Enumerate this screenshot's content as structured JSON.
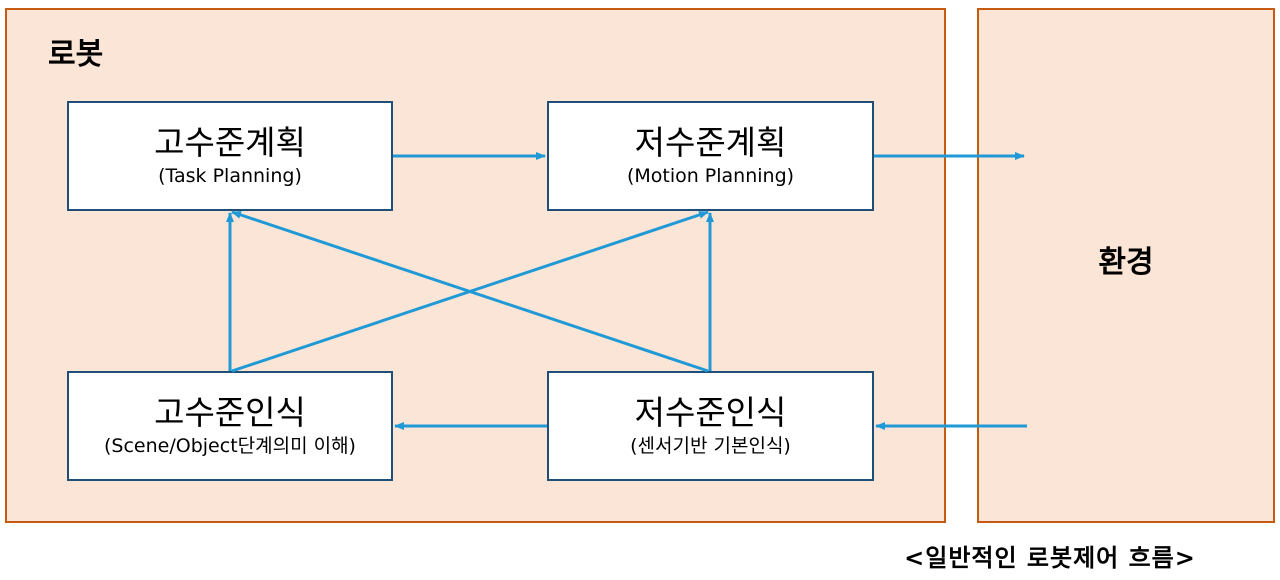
{
  "robot": {
    "title": "로봇"
  },
  "environment": {
    "title": "환경"
  },
  "nodes": {
    "task_planning": {
      "title": "고수준계획",
      "subtitle": "(Task Planning)"
    },
    "motion_planning": {
      "title": "저수준계획",
      "subtitle": "(Motion Planning)"
    },
    "high_perception": {
      "title": "고수준인식",
      "subtitle": "(Scene/Object단계의미 이해)"
    },
    "low_perception": {
      "title": "저수준인식",
      "subtitle": "(센서기반 기본인식)"
    }
  },
  "edges": [
    {
      "from": "task_planning",
      "to": "motion_planning"
    },
    {
      "from": "motion_planning",
      "to": "environment"
    },
    {
      "from": "environment",
      "to": "low_perception"
    },
    {
      "from": "low_perception",
      "to": "high_perception"
    },
    {
      "from": "high_perception",
      "to": "task_planning"
    },
    {
      "from": "low_perception",
      "to": "motion_planning"
    },
    {
      "from": "high_perception",
      "to": "motion_planning"
    },
    {
      "from": "low_perception",
      "to": "task_planning"
    }
  ],
  "colors": {
    "arrow": "#1f9ad6",
    "panel_fill": "#fbe5d6",
    "panel_border": "#c55a11",
    "box_border": "#1f4e79"
  },
  "caption": "<일반적인 로봇제어 흐름>"
}
